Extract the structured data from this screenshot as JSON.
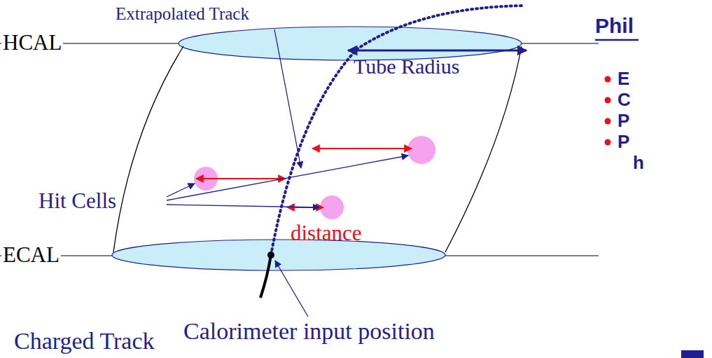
{
  "diagram": {
    "labels": [
      "Extrapolated Track",
      "HCAL",
      "Tube Radius",
      "Phil",
      "E",
      "C",
      "P",
      "P",
      "h",
      "Hit Cells",
      "distance",
      "ECAL",
      "Charged Track",
      "Calorimeter input position"
    ]
  }
}
